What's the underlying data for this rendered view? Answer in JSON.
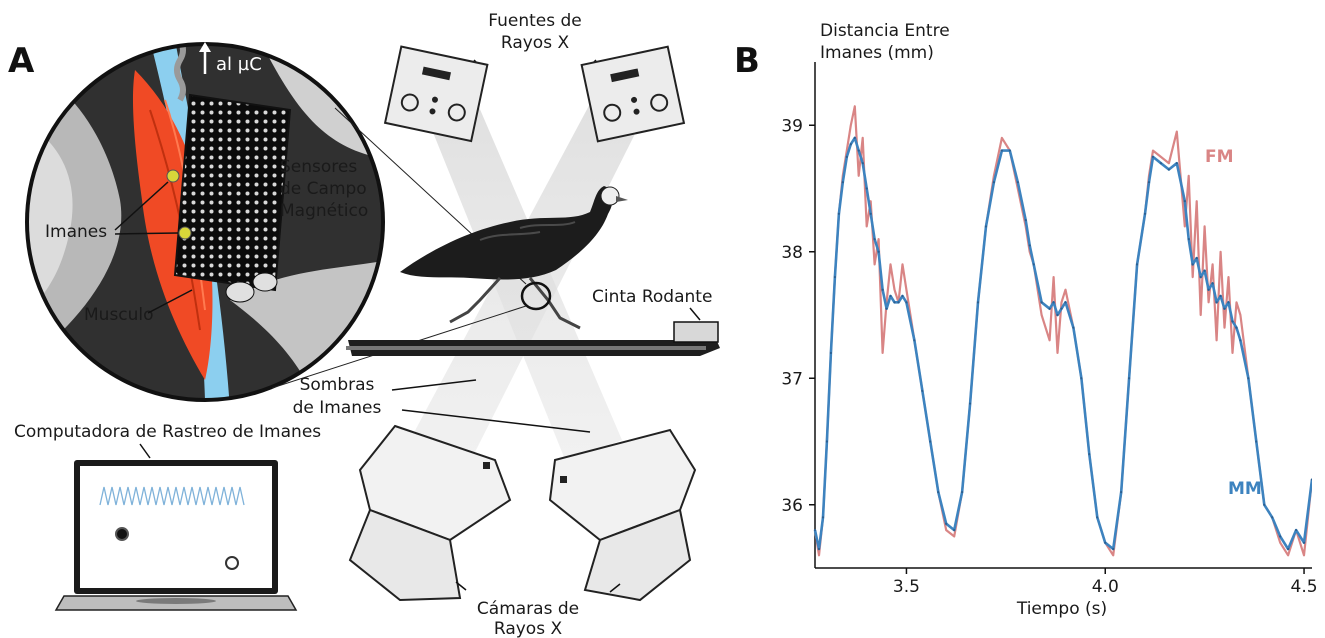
{
  "panel_a": {
    "letter": "A",
    "to_uc": "al µC",
    "sensors": [
      "Sensores",
      "de Campo",
      "Magnético"
    ],
    "magnets": "Imanes",
    "muscle": "Musculo",
    "xray_sources": [
      "Fuentes de",
      "Rayos X"
    ],
    "treadmill": "Cinta Rodante",
    "shadows": [
      "Sombras",
      "de Imanes"
    ],
    "computer": "Computadora de Rastreo de Imanes",
    "xray_cameras": [
      "Cámaras de",
      "Rayos X"
    ]
  },
  "panel_b": {
    "letter": "B",
    "ylabel": [
      "Distancia Entre",
      "Imanes (mm)"
    ],
    "xlabel": "Tiempo (s)",
    "fm_label": "FM",
    "mm_label": "MM"
  },
  "colors": {
    "fm": "#d98585",
    "mm": "#3d83bf",
    "muscle": "#f04a25",
    "tendon": "#8ccfef"
  },
  "chart_data": {
    "type": "line",
    "xlabel": "Tiempo (s)",
    "ylabel": "Distancia Entre Imanes (mm)",
    "xlim": [
      3.27,
      4.52
    ],
    "ylim": [
      35.5,
      39.5
    ],
    "xticks": [
      3.5,
      4.0,
      4.5
    ],
    "yticks": [
      36,
      37,
      38,
      39
    ],
    "grid": false,
    "series": [
      {
        "name": "FM",
        "x": [
          3.27,
          3.28,
          3.29,
          3.3,
          3.31,
          3.32,
          3.33,
          3.34,
          3.35,
          3.36,
          3.37,
          3.38,
          3.39,
          3.4,
          3.41,
          3.42,
          3.43,
          3.44,
          3.45,
          3.46,
          3.47,
          3.48,
          3.49,
          3.5,
          3.52,
          3.54,
          3.56,
          3.58,
          3.6,
          3.62,
          3.64,
          3.66,
          3.68,
          3.7,
          3.72,
          3.74,
          3.76,
          3.78,
          3.8,
          3.81,
          3.82,
          3.84,
          3.86,
          3.87,
          3.88,
          3.89,
          3.9,
          3.92,
          3.94,
          3.96,
          3.98,
          4.0,
          4.02,
          4.04,
          4.06,
          4.08,
          4.1,
          4.11,
          4.12,
          4.14,
          4.16,
          4.18,
          4.2,
          4.21,
          4.22,
          4.23,
          4.24,
          4.25,
          4.26,
          4.27,
          4.28,
          4.29,
          4.3,
          4.31,
          4.32,
          4.33,
          4.34,
          4.36,
          4.38,
          4.4,
          4.42,
          4.44,
          4.46,
          4.48,
          4.5,
          4.52
        ],
        "y": [
          35.8,
          35.6,
          35.9,
          36.5,
          37.2,
          37.8,
          38.3,
          38.6,
          38.8,
          39.0,
          39.15,
          38.6,
          38.9,
          38.2,
          38.4,
          37.9,
          38.1,
          37.2,
          37.6,
          37.9,
          37.7,
          37.6,
          37.9,
          37.7,
          37.3,
          36.9,
          36.5,
          36.1,
          35.8,
          35.75,
          36.1,
          36.8,
          37.6,
          38.2,
          38.6,
          38.9,
          38.8,
          38.5,
          38.2,
          38.0,
          37.9,
          37.5,
          37.3,
          37.8,
          37.2,
          37.6,
          37.7,
          37.4,
          37.0,
          36.4,
          35.9,
          35.7,
          35.6,
          36.1,
          37.0,
          37.9,
          38.3,
          38.6,
          38.8,
          38.75,
          38.7,
          38.95,
          38.2,
          38.6,
          37.8,
          38.4,
          37.5,
          38.2,
          37.6,
          37.9,
          37.3,
          38.0,
          37.4,
          37.8,
          37.2,
          37.6,
          37.5,
          37.0,
          36.5,
          36.0,
          35.9,
          35.7,
          35.6,
          35.8,
          35.6,
          36.2
        ]
      },
      {
        "name": "MM",
        "x": [
          3.27,
          3.28,
          3.29,
          3.3,
          3.31,
          3.32,
          3.33,
          3.34,
          3.35,
          3.36,
          3.37,
          3.38,
          3.39,
          3.4,
          3.41,
          3.42,
          3.43,
          3.44,
          3.45,
          3.46,
          3.47,
          3.48,
          3.49,
          3.5,
          3.52,
          3.54,
          3.56,
          3.58,
          3.6,
          3.62,
          3.64,
          3.66,
          3.68,
          3.7,
          3.72,
          3.74,
          3.76,
          3.78,
          3.8,
          3.81,
          3.82,
          3.84,
          3.86,
          3.87,
          3.88,
          3.89,
          3.9,
          3.92,
          3.94,
          3.96,
          3.98,
          4.0,
          4.02,
          4.04,
          4.06,
          4.08,
          4.1,
          4.11,
          4.12,
          4.14,
          4.16,
          4.18,
          4.2,
          4.21,
          4.22,
          4.23,
          4.24,
          4.25,
          4.26,
          4.27,
          4.28,
          4.29,
          4.3,
          4.31,
          4.32,
          4.33,
          4.34,
          4.36,
          4.38,
          4.4,
          4.42,
          4.44,
          4.46,
          4.48,
          4.5,
          4.52
        ],
        "y": [
          35.8,
          35.65,
          35.9,
          36.5,
          37.2,
          37.8,
          38.3,
          38.55,
          38.75,
          38.85,
          38.9,
          38.8,
          38.7,
          38.5,
          38.3,
          38.1,
          38.0,
          37.7,
          37.55,
          37.65,
          37.6,
          37.6,
          37.65,
          37.6,
          37.3,
          36.9,
          36.5,
          36.1,
          35.85,
          35.8,
          36.1,
          36.8,
          37.6,
          38.2,
          38.55,
          38.8,
          38.8,
          38.55,
          38.25,
          38.05,
          37.9,
          37.6,
          37.55,
          37.6,
          37.5,
          37.55,
          37.6,
          37.4,
          37.0,
          36.4,
          35.9,
          35.7,
          35.65,
          36.1,
          37.0,
          37.9,
          38.3,
          38.55,
          38.75,
          38.7,
          38.65,
          38.7,
          38.4,
          38.1,
          37.9,
          37.95,
          37.8,
          37.85,
          37.7,
          37.75,
          37.6,
          37.65,
          37.55,
          37.6,
          37.45,
          37.4,
          37.3,
          37.0,
          36.5,
          36.0,
          35.9,
          35.75,
          35.65,
          35.8,
          35.7,
          36.2
        ]
      }
    ]
  }
}
